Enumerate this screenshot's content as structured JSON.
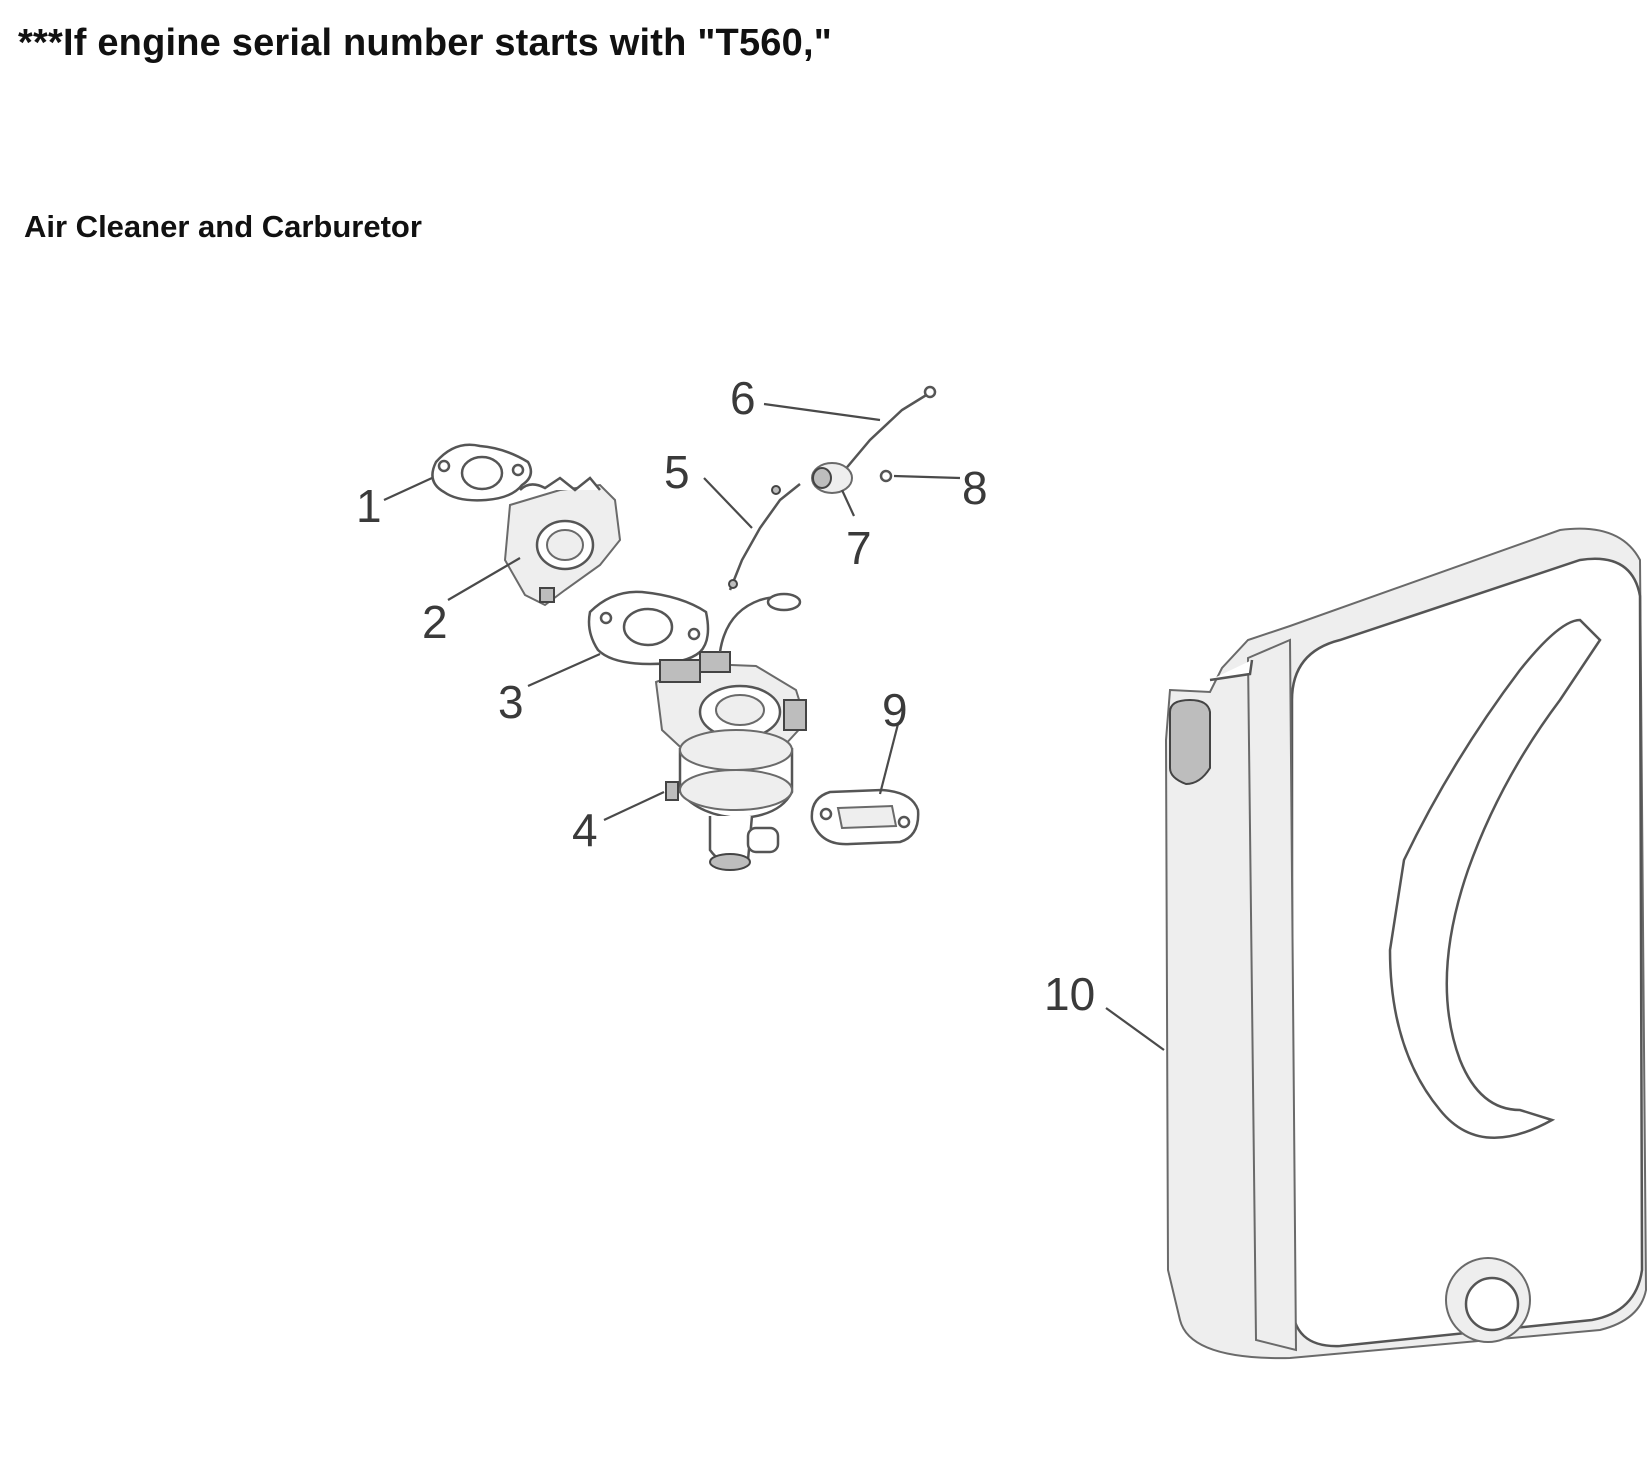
{
  "heading": "***If engine serial number starts with \"T560,\"",
  "section_title": "Air Cleaner and Carburetor",
  "callouts": {
    "c1": "1",
    "c2": "2",
    "c3": "3",
    "c4": "4",
    "c5": "5",
    "c6": "6",
    "c7": "7",
    "c8": "8",
    "c9": "9",
    "c10": "10"
  },
  "colors": {
    "line": "#555555",
    "text": "#111111",
    "background": "#ffffff"
  }
}
